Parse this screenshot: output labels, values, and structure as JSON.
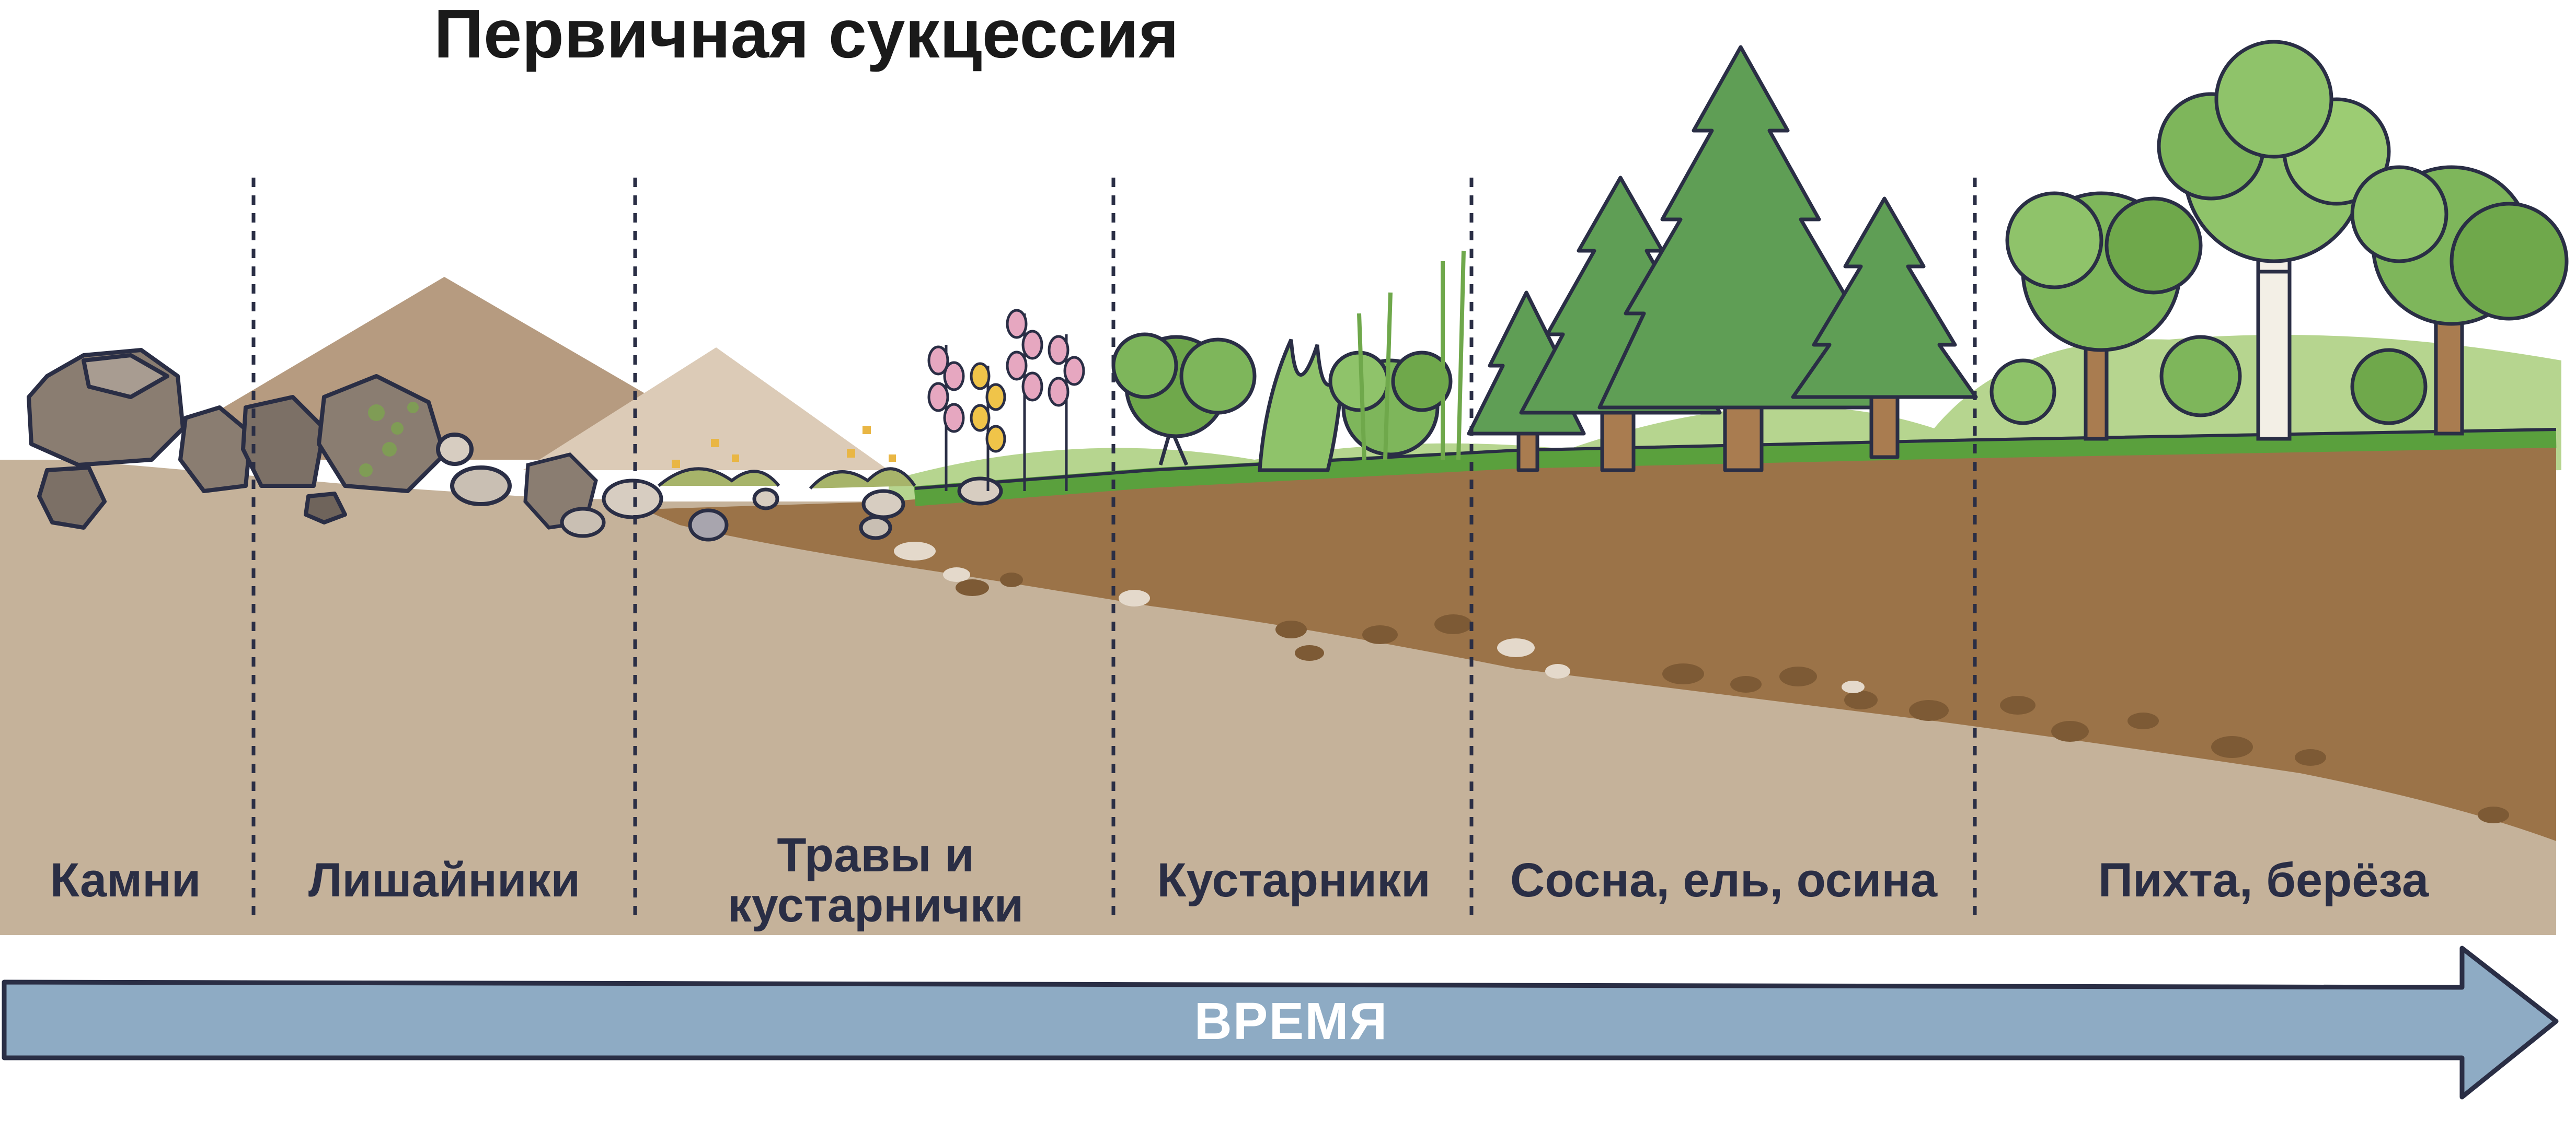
{
  "title": "Первичная сукцессия",
  "stages": [
    {
      "label": "Камни"
    },
    {
      "label": "Лишайники"
    },
    {
      "label_line1": "Травы и",
      "label_line2": "кустарнички"
    },
    {
      "label": "Кустарники"
    },
    {
      "label": "Сосна, ель, осина"
    },
    {
      "label": "Пихта, берёза"
    }
  ],
  "arrow": {
    "label": "ВРЕМЯ",
    "color": "#8eabc4"
  },
  "colors": {
    "ground": "#c5b29a",
    "humus": "#9b7348",
    "grass_line": "#5aa03d",
    "mountain": "#b69b80",
    "conifer": "#5f9e55",
    "deciduous": "#7eb65b",
    "outline": "#2a2e45"
  },
  "icons": [
    "rock-icon",
    "lichen-icon",
    "herb-icon",
    "shrub-icon",
    "pine-icon",
    "spruce-icon",
    "birch-icon",
    "fir-icon"
  ]
}
